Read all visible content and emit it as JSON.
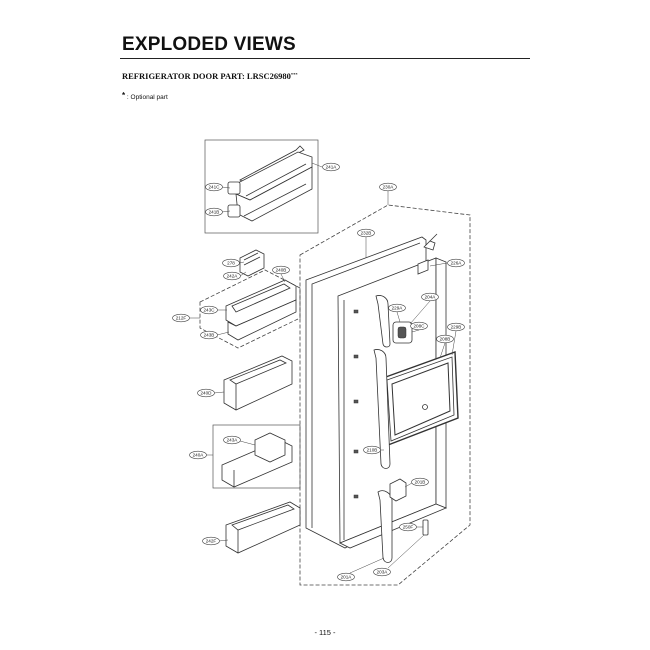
{
  "page": {
    "title": "EXPLODED VIEWS",
    "subtitle": "REFRIGERATOR DOOR PART: LRSC26980",
    "subtitle_suffix": "***",
    "note_mark": "*",
    "note_text": " : Optional part",
    "page_number": "- 115 -"
  },
  "diagram": {
    "part_labels": [
      "241A",
      "241C",
      "241B",
      "230A",
      "232B",
      "226A",
      "278",
      "242A",
      "240B",
      "212F",
      "243C",
      "243B",
      "229A",
      "204A",
      "208C",
      "229B",
      "208B",
      "240D",
      "243A",
      "240A",
      "210B",
      "201B",
      "250F",
      "242F",
      "201A",
      "203A"
    ]
  }
}
